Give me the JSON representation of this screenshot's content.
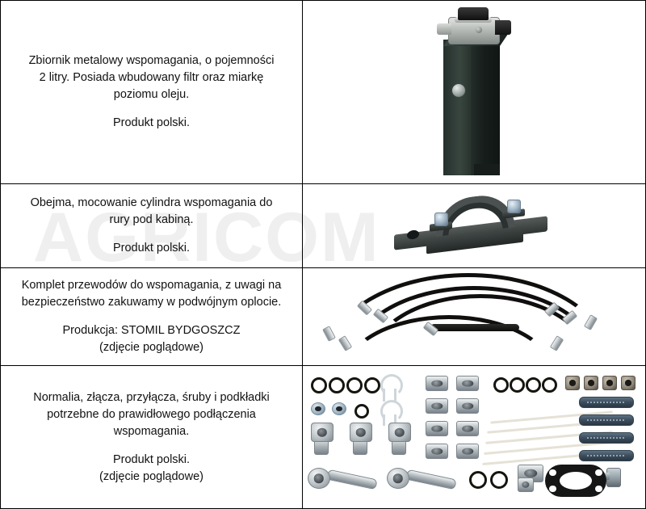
{
  "watermark": {
    "text": "AGRICOM"
  },
  "table": {
    "rows": [
      {
        "id": "row-oil-tank",
        "description_lines": [
          "Zbiornik metalowy wspomagania, o pojemności",
          "2 litry. Posiada wbudowany filtr oraz miarkę",
          "poziomu oleju."
        ],
        "note_lines": [
          "Produkt polski."
        ],
        "image_name": "oil-tank-photo",
        "image_alt": "Metalowy zbiornik wspomagania 2 litry z filtrem"
      },
      {
        "id": "row-clamp",
        "description_lines": [
          "Obejma, mocowanie cylindra wspomagania do",
          "rury pod kabiną."
        ],
        "note_lines": [
          "Produkt polski."
        ],
        "image_name": "pipe-clamp-photo",
        "image_alt": "Obejma mocująca cylinder wspomagania"
      },
      {
        "id": "row-hoses",
        "description_lines": [
          "Komplet przewodów do wspomagania, z uwagi na",
          "bezpieczeństwo zakuwamy w podwójnym oplocie."
        ],
        "note_lines": [
          "Produkcja: STOMIL BYDGOSZCZ",
          "(zdjęcie poglądowe)"
        ],
        "image_name": "hydraulic-hoses-photo",
        "image_alt": "Komplet przewodów hydraulicznych w podwójnym oplocie"
      },
      {
        "id": "row-hardware",
        "description_lines": [
          "Normalia, złącza, przyłącza, śruby i podkładki",
          "potrzebne do prawidłowego podłączenia",
          "wspomagania."
        ],
        "note_lines": [
          "Produkt polski.",
          "(zdjęcie poglądowe)"
        ],
        "image_name": "hardware-kit-photo",
        "image_alt": "Normalia, złącza, przyłącza, śruby i podkładki"
      }
    ]
  },
  "colors": {
    "border": "#000000",
    "background": "#ffffff",
    "text": "#111111",
    "watermark": "#efefef",
    "tank_body": "#222b28",
    "clamp_body": "#4a5150",
    "hose": "#100f0e",
    "metal_fitting": "#b9c0c4",
    "bolt_blue": "#3c4d5c"
  }
}
